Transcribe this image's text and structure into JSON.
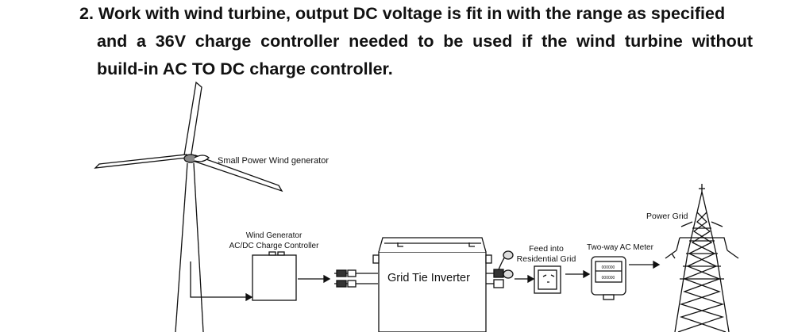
{
  "paragraph": {
    "number": "2.",
    "line1": "Work with wind turbine, output DC voltage is fit in with the range as specified",
    "line2": "and a 36V charge controller needed to be used if the wind turbine without",
    "line3": "build-in AC TO DC charge controller."
  },
  "diagram": {
    "wind_generator_label": "Small Power Wind generator",
    "controller_label_line1": "Wind Generator",
    "controller_label_line2": "AC/DC Charge Controller",
    "inverter_label": "Grid Tie Inverter",
    "feed_label_line1": "Feed into",
    "feed_label_line2": "Residential Grid",
    "meter_label": "Two-way AC Meter",
    "meter_digits_top": "000000",
    "meter_digits_bottom": "000000",
    "power_grid_label": "Power Grid"
  }
}
